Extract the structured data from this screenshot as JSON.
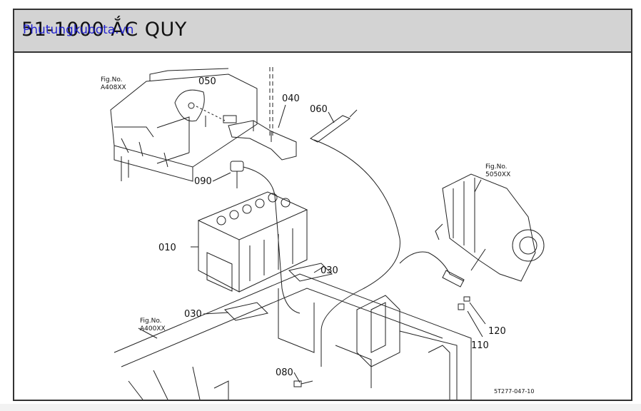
{
  "header": {
    "title": "51-1000 ẮC QUY",
    "watermark": "Phutungkubota.vn"
  },
  "diagram": {
    "part_labels": [
      "050",
      "040",
      "060",
      "090",
      "010",
      "030",
      "030",
      "080",
      "110",
      "120"
    ],
    "fig_refs": [
      {
        "line1": "Fig.No.",
        "line2": "A408XX"
      },
      {
        "line1": "Fig.No.",
        "line2": "A400XX"
      },
      {
        "line1": "Fig.No.",
        "line2": "5050XX"
      }
    ],
    "drawing_code": "5T277-047-10"
  }
}
